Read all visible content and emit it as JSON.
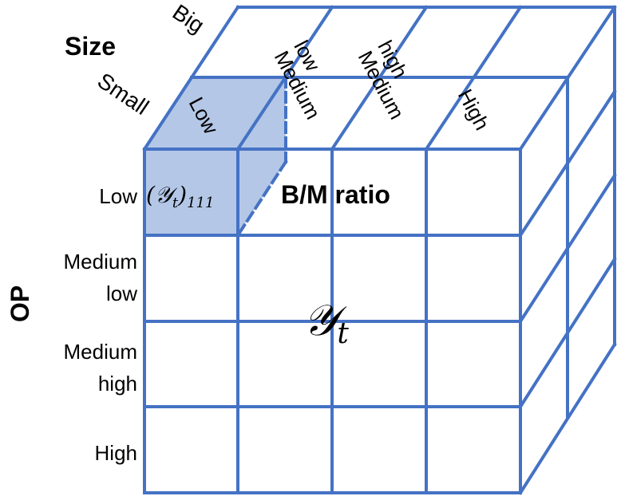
{
  "axes": {
    "size": {
      "title": "Size",
      "levels": [
        "Small",
        "Big"
      ]
    },
    "bm": {
      "title": "B/M ratio",
      "levels": [
        "Low",
        "Medium\nlow",
        "Medium\nhigh",
        "High"
      ]
    },
    "op": {
      "title": "OP",
      "levels": [
        "Low",
        "Medium\nlow",
        "Medium\nhigh",
        "High"
      ]
    }
  },
  "math": {
    "tensor_symbol": "𝒴",
    "tensor_subscript": "t",
    "cell_open": "(",
    "cell_close": ")",
    "cell_index": "111"
  },
  "colors": {
    "grid": "#4472c4",
    "highlight": "#b4c7e7"
  }
}
